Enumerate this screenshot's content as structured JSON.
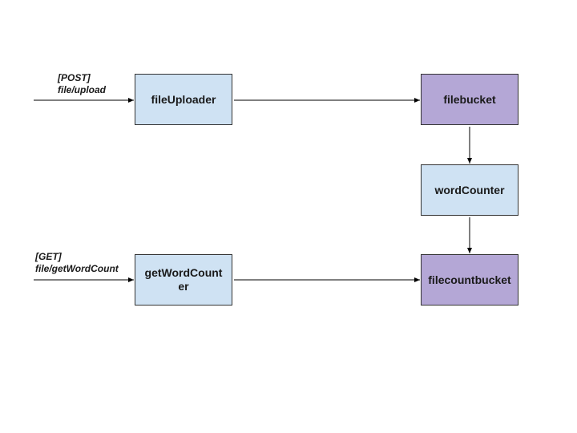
{
  "routes": {
    "upload": {
      "method": "[POST]",
      "path": "file/upload"
    },
    "count": {
      "method": "[GET]",
      "path": "file/getWordCount"
    }
  },
  "nodes": {
    "file_uploader": {
      "label": "fileUploader",
      "kind": "service"
    },
    "file_bucket": {
      "label": "filebucket",
      "kind": "bucket"
    },
    "word_counter": {
      "label": "wordCounter",
      "kind": "service"
    },
    "get_word_counter": {
      "label": "getWordCounter",
      "kind": "service"
    },
    "file_count_bucket": {
      "label": "filecountbucket",
      "kind": "bucket"
    }
  },
  "colors": {
    "service_fill": "#cfe2f3",
    "bucket_fill": "#b4a7d6",
    "stroke": "#333333"
  }
}
